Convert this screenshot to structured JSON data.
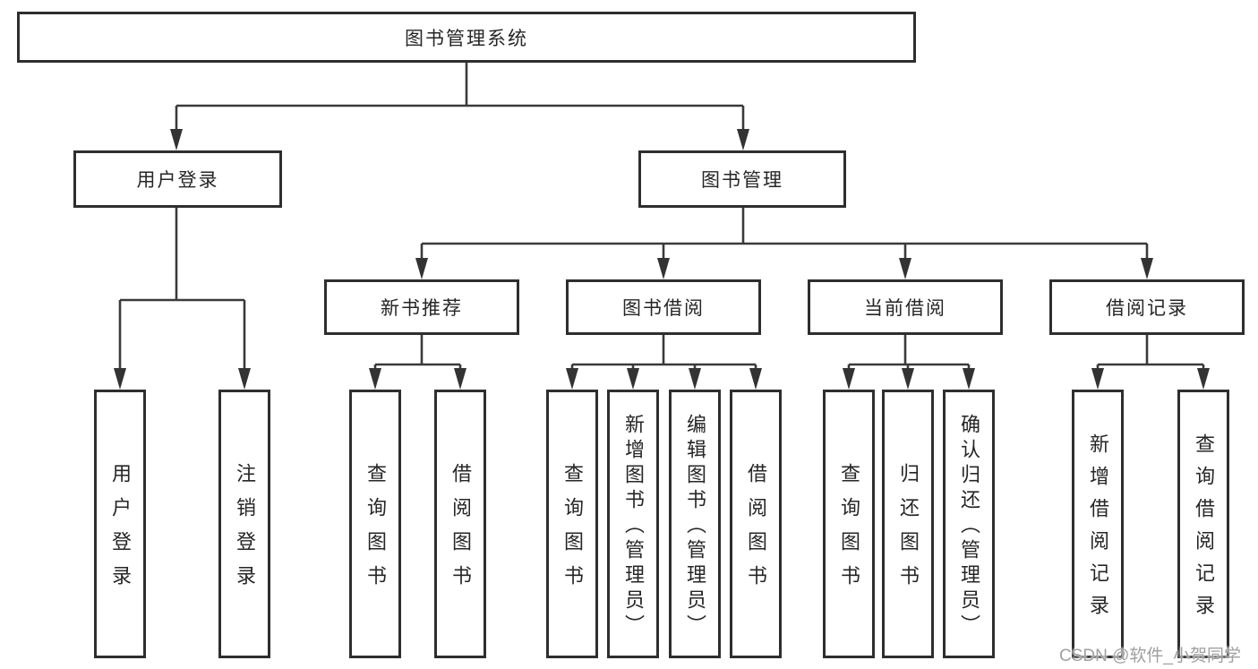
{
  "diagram": {
    "root": {
      "label": "图书管理系统"
    },
    "branches": [
      {
        "label": "用户登录",
        "children": [
          {
            "label": "用户登录"
          },
          {
            "label": "注销登录"
          }
        ]
      },
      {
        "label": "图书管理",
        "children": [
          {
            "label": "新书推荐",
            "children": [
              {
                "label": "查询图书"
              },
              {
                "label": "借阅图书"
              }
            ]
          },
          {
            "label": "图书借阅",
            "children": [
              {
                "label": "查询图书"
              },
              {
                "label": "新增图书（管理员）"
              },
              {
                "label": "编辑图书（管理员）"
              },
              {
                "label": "借阅图书"
              }
            ]
          },
          {
            "label": "当前借阅",
            "children": [
              {
                "label": "查询图书"
              },
              {
                "label": "归还图书"
              },
              {
                "label": "确认归还（管理员）"
              }
            ]
          },
          {
            "label": "借阅记录",
            "children": [
              {
                "label": "新增借阅记录"
              },
              {
                "label": "查询借阅记录"
              }
            ]
          }
        ]
      }
    ]
  },
  "watermark": {
    "text": "CSDN @软件_小贺同学"
  },
  "colors": {
    "line": "#3a3a3a",
    "arrow": "#333333",
    "box_border": "#2e2e2e",
    "box_background": "#ffffff",
    "text": "#262626",
    "watermark": "#9fa0a2",
    "background": "#ffffff"
  }
}
